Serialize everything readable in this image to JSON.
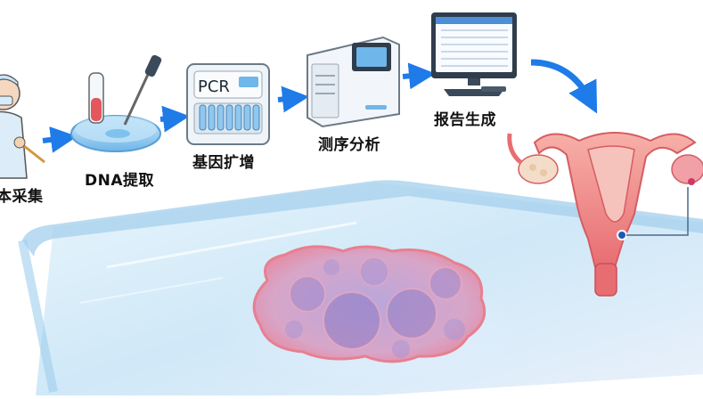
{
  "workflow": {
    "steps": [
      {
        "label": "本采集"
      },
      {
        "label": "DNA提取"
      },
      {
        "label": "基因扩增"
      },
      {
        "label": "测序分析"
      },
      {
        "label": "报告生成"
      }
    ],
    "pcr_machine_text": "PCR"
  },
  "colors": {
    "arrow": "#1e7be8",
    "glass": "#bfe0f5",
    "tissue": "#c46aa0",
    "uterus": "#f08a8a"
  }
}
